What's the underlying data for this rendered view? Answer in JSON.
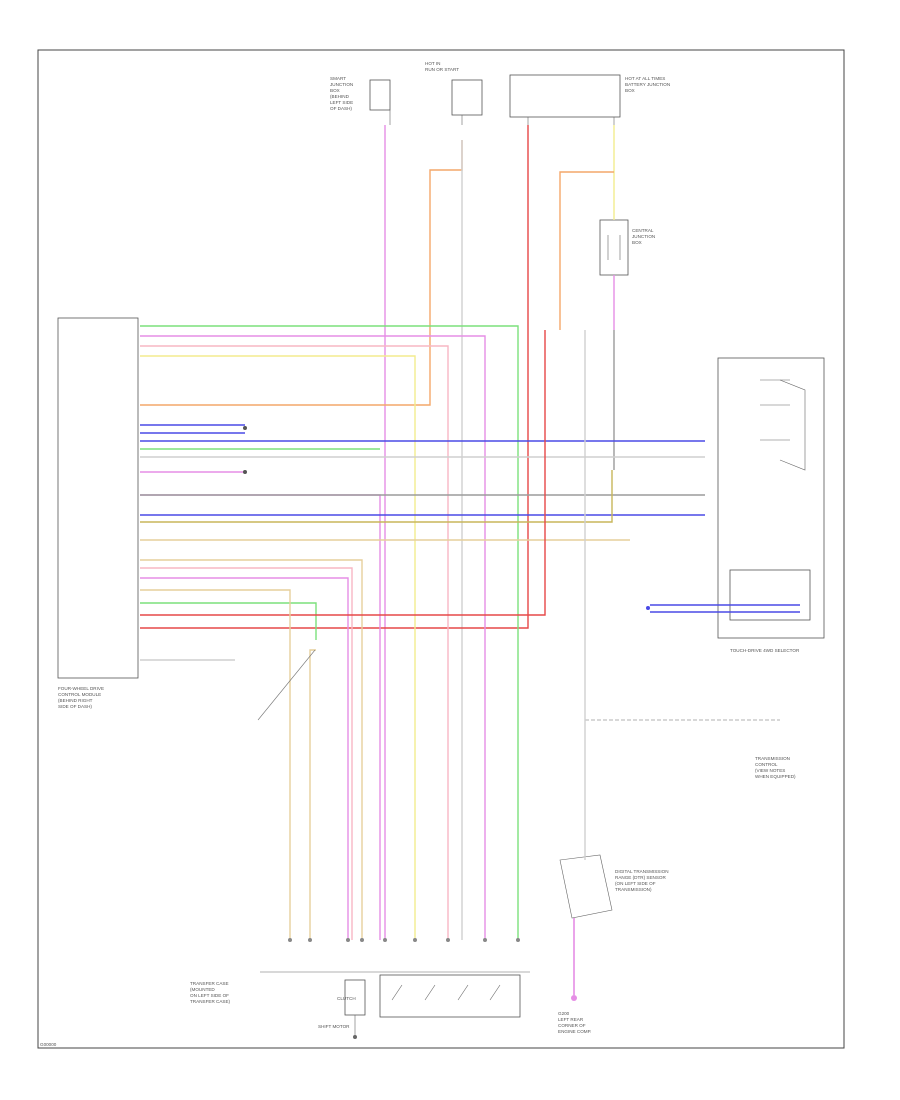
{
  "colors": {
    "green": "#7ce07c",
    "violet": "#e58ee5",
    "pink": "#f7b7c4",
    "yellow": "#f3ec8e",
    "orange": "#f4a76a",
    "blue": "#4a4ae6",
    "tan": "#e6cf9c",
    "red": "#e64848",
    "gray": "#9b9b9b",
    "light_gray": "#cfcfcf",
    "olive": "#c8b65a"
  },
  "labels": {
    "pcm_title": [
      "FOUR-WHEEL DRIVE",
      "CONTROL MODULE",
      "(BEHIND RIGHT",
      "SIDE OF DASH)"
    ],
    "tcm_title": "TOUCH-DRIVE 4WD SELECTOR",
    "shift_motor": "SHIFT MOTOR",
    "clutch": "CLUTCH",
    "transfer_case": [
      "TRANSFER CASE",
      "(MOUNTED",
      "ON LEFT SIDE OF",
      "TRANSFER CASE)"
    ],
    "dtr_sensor": [
      "DIGITAL TRANSMISSION",
      "RANGE (DTR) SENSOR",
      "(ON LEFT SIDE OF",
      "TRANSMISSION)"
    ],
    "relay": [
      "CENTRAL",
      "JUNCTION",
      "BOX"
    ],
    "g200": [
      "G200",
      "LEFT REAR",
      "CORNER OF",
      "ENGINE COMP."
    ],
    "nav": [
      "TRANSMISSION",
      "CONTROL",
      "(VIEW NOTES",
      "WHEN EQUIPPED)"
    ],
    "fuse_box": [
      "HOT AT ALL TIMES",
      "BATTERY JUNCTION",
      "BOX"
    ],
    "fuse_box2": [
      "HOT IN",
      "RUN OR START"
    ],
    "fuse_left": [
      "SMART",
      "JUNCTION",
      "BOX",
      "(BEHIND",
      "LEFT SIDE",
      "OF DASH)"
    ],
    "corner_code": "G00000"
  }
}
